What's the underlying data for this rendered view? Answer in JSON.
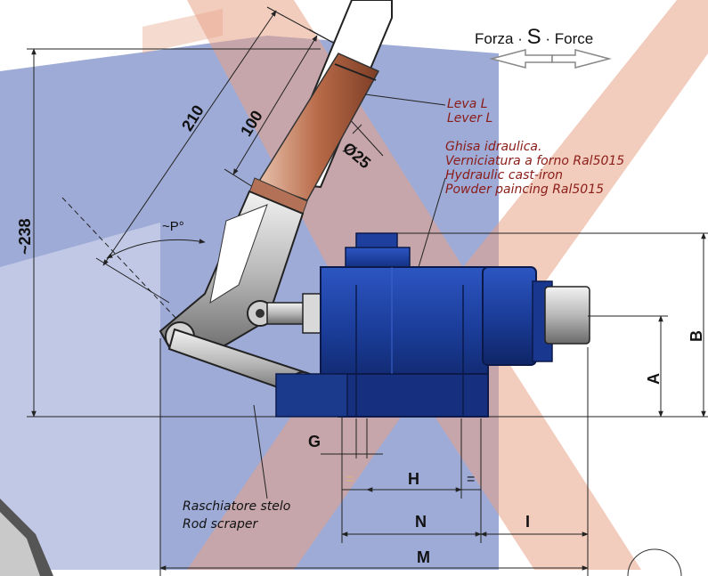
{
  "force": {
    "left": "Forza",
    "letter": "S",
    "right": "Force",
    "dot": "·"
  },
  "lever": {
    "it": "Leva  L",
    "en": "Lever  L"
  },
  "material": {
    "it1": "Ghisa idraulica.",
    "it2": "Verniciatura a forno Ral5015",
    "en1": "Hydraulic cast-iron",
    "en2": "Powder paincing Ral5015"
  },
  "scraper": {
    "it": "Raschiatore stelo",
    "en": "Rod scraper"
  },
  "dims": {
    "d210": "210",
    "d100": "100",
    "dia": "Ø25",
    "angle": "~P°",
    "height": "~238",
    "A": "A",
    "B": "B",
    "G": "G",
    "H": "H",
    "N": "N",
    "I": "I",
    "M": "M",
    "eq1": "=",
    "eq2": "="
  },
  "colors": {
    "body": "#1c3f9c",
    "background_band": "#7d8fc9",
    "accent": "#e28b68",
    "lever_handle": "#c07a5c"
  }
}
